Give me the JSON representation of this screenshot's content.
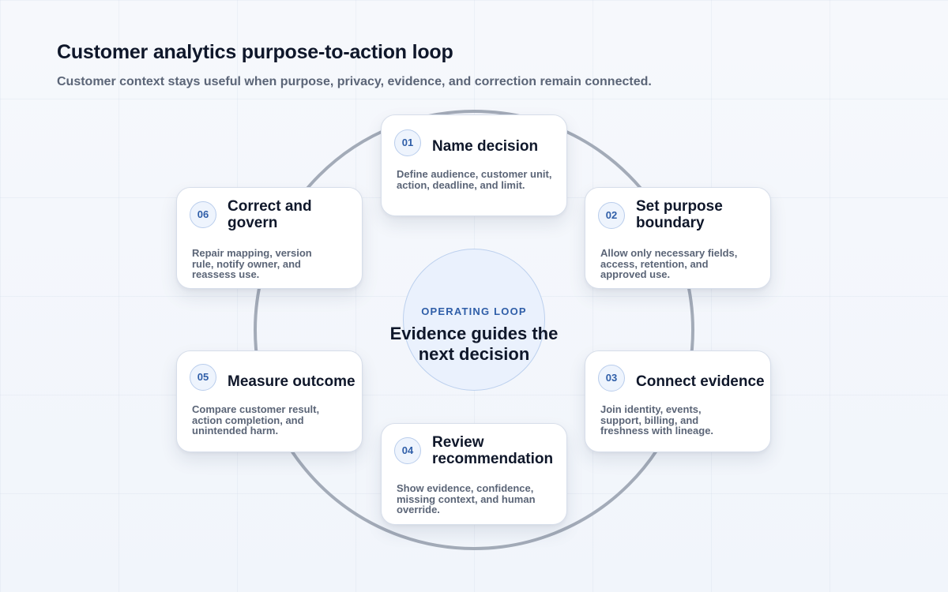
{
  "header": {
    "title": "Customer analytics purpose-to-action loop",
    "subtitle": "Customer context stays useful when purpose, privacy, evidence, and correction remain connected."
  },
  "center": {
    "kicker": "OPERATING LOOP",
    "text": "Evidence guides the next decision"
  },
  "steps": [
    {
      "number": "01",
      "title": "Name decision",
      "description": "Define audience, customer unit, action, deadline, and limit."
    },
    {
      "number": "02",
      "title": "Set purpose boundary",
      "description": "Allow only necessary fields, access, retention, and approved use."
    },
    {
      "number": "03",
      "title": "Connect evidence",
      "description": "Join identity, events, support, billing, and freshness with lineage."
    },
    {
      "number": "04",
      "title": "Review recommendation",
      "description": "Show evidence, confidence, missing context, and human override."
    },
    {
      "number": "05",
      "title": "Measure outcome",
      "description": "Compare customer result, action completion, and unintended harm."
    },
    {
      "number": "06",
      "title": "Correct and govern",
      "description": "Repair mapping, version rule, notify owner, and reassess use."
    }
  ],
  "colors": {
    "accent": "#2f5ea8",
    "ring": "#a3abb8",
    "title": "#0f172a",
    "muted": "#5b6577"
  }
}
